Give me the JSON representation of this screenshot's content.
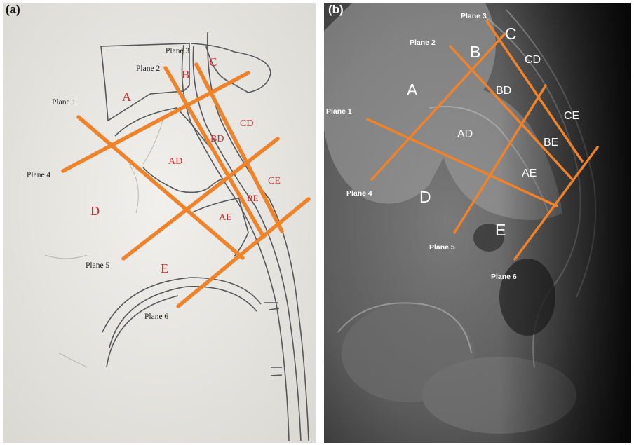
{
  "panel_a": {
    "label": "(a)",
    "planes": [
      "Plane 1",
      "Plane 2",
      "Plane 3",
      "Plane 4",
      "Plane 5",
      "Plane 6"
    ],
    "regions": [
      "A",
      "B",
      "C",
      "D",
      "E",
      "AD",
      "BD",
      "CD",
      "AE",
      "BE",
      "CE"
    ]
  },
  "panel_b": {
    "label": "(b)",
    "planes": [
      "Plane 1",
      "Plane 2",
      "Plane 3",
      "Plane 4",
      "Plane 5",
      "Plane 6"
    ],
    "regions": [
      "A",
      "B",
      "C",
      "D",
      "E",
      "AD",
      "BD",
      "CD",
      "AE",
      "BE",
      "CE"
    ]
  },
  "colors": {
    "plane_line": "#f0822a",
    "region_label_a": "#d62a2a",
    "region_label_b": "#ffffff"
  }
}
